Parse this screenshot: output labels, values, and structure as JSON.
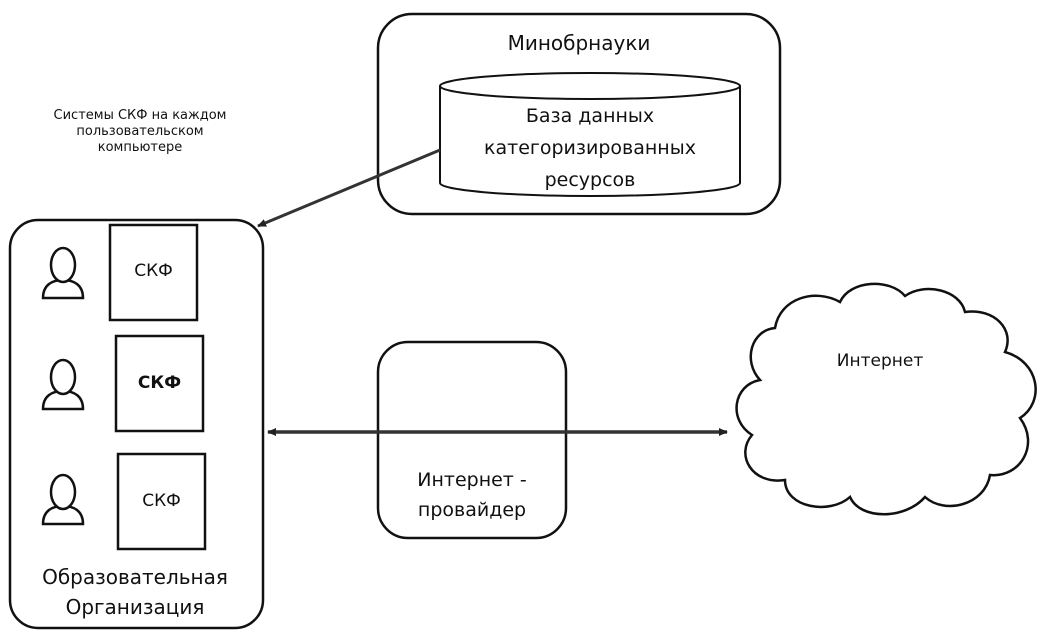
{
  "ministry": {
    "title": "Минобрнауки",
    "database_label": "База данных категоризированных ресурсов"
  },
  "note": "Системы СКФ на каждом пользовательском компьютере",
  "organization": {
    "label": "Образовательная Организация",
    "stations": [
      {
        "filter_label": "СКФ",
        "bold": false
      },
      {
        "filter_label": "СКФ",
        "bold": true
      },
      {
        "filter_label": "СКФ",
        "bold": false
      }
    ]
  },
  "provider": {
    "label": "Интернет - провайдер"
  },
  "internet": {
    "label": "Интернет"
  },
  "icons": {
    "user": "user-icon",
    "database": "database-icon",
    "cloud": "cloud-icon"
  }
}
